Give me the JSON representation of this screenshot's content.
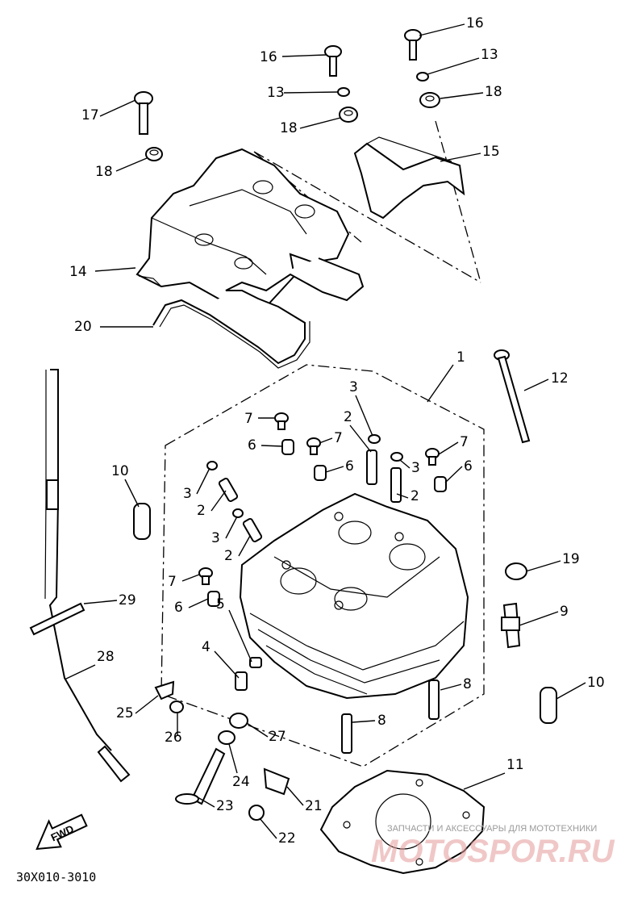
{
  "diagram": {
    "code": "30X010-3010",
    "fwd_label": "FWD",
    "watermark_top": "ЗАПЧАСТИ И АКСЕССУАРЫ ДЛЯ МОТОТЕХНИКИ",
    "watermark_bottom": "MOTOSPOR.RU",
    "callouts": [
      {
        "num": "1"
      },
      {
        "num": "2"
      },
      {
        "num": "2"
      },
      {
        "num": "2"
      },
      {
        "num": "2"
      },
      {
        "num": "3"
      },
      {
        "num": "3"
      },
      {
        "num": "3"
      },
      {
        "num": "3"
      },
      {
        "num": "4"
      },
      {
        "num": "5"
      },
      {
        "num": "6"
      },
      {
        "num": "6"
      },
      {
        "num": "6"
      },
      {
        "num": "6"
      },
      {
        "num": "7"
      },
      {
        "num": "7"
      },
      {
        "num": "7"
      },
      {
        "num": "7"
      },
      {
        "num": "8"
      },
      {
        "num": "8"
      },
      {
        "num": "9"
      },
      {
        "num": "10"
      },
      {
        "num": "10"
      },
      {
        "num": "11"
      },
      {
        "num": "12"
      },
      {
        "num": "13"
      },
      {
        "num": "13"
      },
      {
        "num": "14"
      },
      {
        "num": "15"
      },
      {
        "num": "16"
      },
      {
        "num": "16"
      },
      {
        "num": "17"
      },
      {
        "num": "18"
      },
      {
        "num": "18"
      },
      {
        "num": "18"
      },
      {
        "num": "19"
      },
      {
        "num": "20"
      },
      {
        "num": "21"
      },
      {
        "num": "22"
      },
      {
        "num": "23"
      },
      {
        "num": "24"
      },
      {
        "num": "25"
      },
      {
        "num": "26"
      },
      {
        "num": "27"
      },
      {
        "num": "28"
      },
      {
        "num": "29"
      }
    ]
  }
}
